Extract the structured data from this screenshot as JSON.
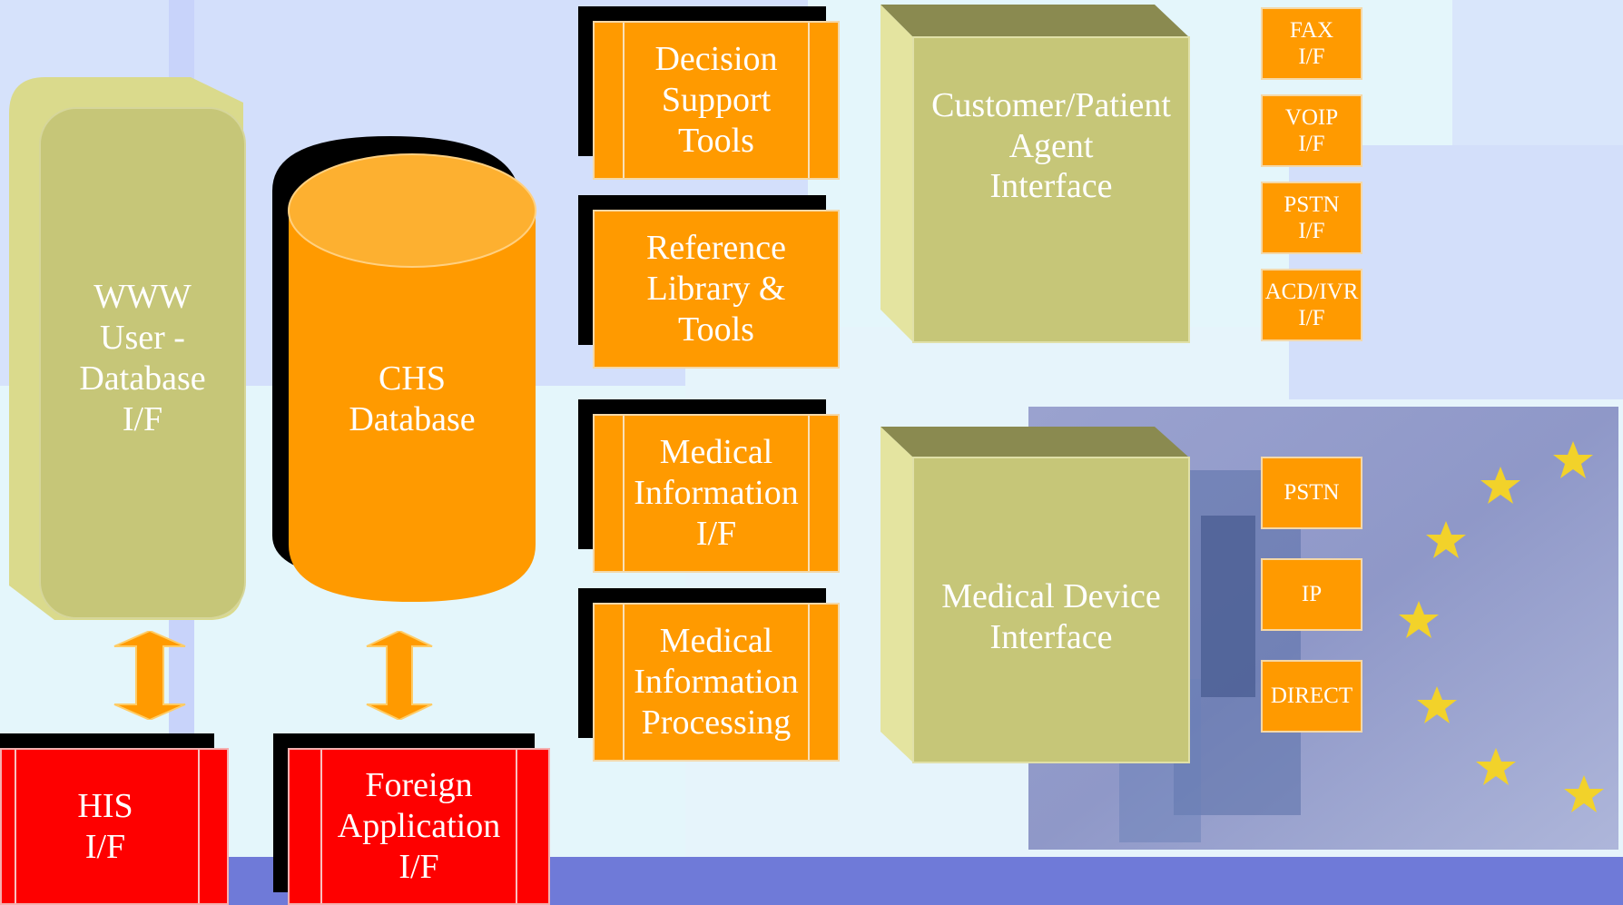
{
  "diagram": {
    "www_interface": "WWW\nUser -\nDatabase\nI/F",
    "chs_database": "CHS\nDatabase",
    "decision_support": "Decision\nSupport\nTools",
    "reference_library": "Reference\nLibrary &\nTools",
    "medical_information_if": "Medical\nInformation\nI/F",
    "medical_information_processing": "Medical\nInformation\nProcessing",
    "customer_patient_agent": "Customer/Patient\nAgent\nInterface",
    "medical_device_interface": "Medical Device\nInterface",
    "his_if": "HIS\nI/F",
    "foreign_application_if": "Foreign\nApplication\nI/F",
    "agent_channels": [
      "FAX\nI/F",
      "VOIP\nI/F",
      "PSTN\nI/F",
      "ACD/IVR\nI/F"
    ],
    "device_channels": [
      "PSTN",
      "IP",
      "DIRECT"
    ]
  },
  "colors": {
    "orange": "#ff9a00",
    "khaki": "#c6c678",
    "red": "#fe0000",
    "background": "#e4f6fb",
    "band_blue": "#d0dcfa",
    "footer_blue": "#6f7ad8"
  }
}
